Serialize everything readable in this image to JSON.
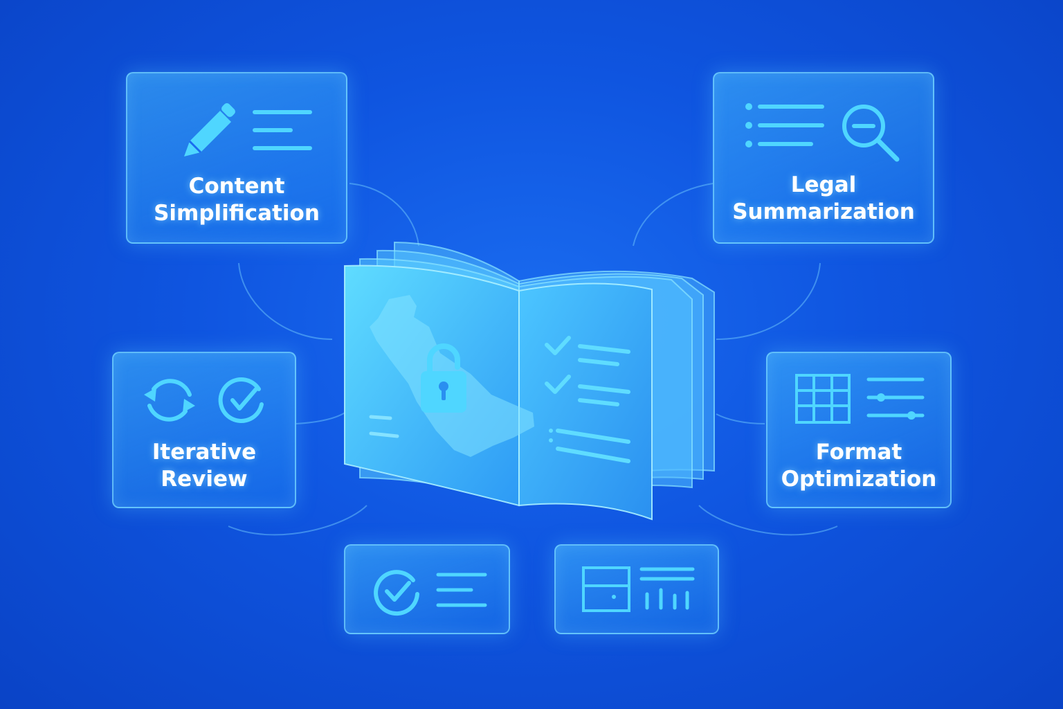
{
  "colors": {
    "background": "#0f55e0",
    "accent": "#4fd6ff",
    "card_border": "#78d7ff",
    "label": "#ffffff"
  },
  "center": {
    "icon": "book-with-map-and-lock",
    "left_page_icons": [
      "map-icon",
      "lock-icon"
    ],
    "right_page_icons": [
      "checkmark-icon",
      "checkmark-icon",
      "list-icon"
    ]
  },
  "cards": {
    "content_simplification": {
      "line1": "Content",
      "line2": "Simplification",
      "icons": [
        "pencil-icon",
        "text-lines-icon"
      ]
    },
    "legal_summarization": {
      "line1": "Legal",
      "line2": "Summarization",
      "icons": [
        "bullet-list-icon",
        "magnify-minus-icon"
      ]
    },
    "iterative_review": {
      "line1": "Iterative",
      "line2": "Review",
      "icons": [
        "refresh-icon",
        "check-circle-icon"
      ]
    },
    "format_optimization": {
      "line1": "Format",
      "line2": "Optimization",
      "icons": [
        "table-grid-icon",
        "sliders-icon"
      ]
    },
    "verification": {
      "icons": [
        "check-circle-icon",
        "text-lines-icon"
      ]
    },
    "layout_analytics": {
      "icons": [
        "layout-panel-icon",
        "bar-chart-icon"
      ]
    }
  }
}
